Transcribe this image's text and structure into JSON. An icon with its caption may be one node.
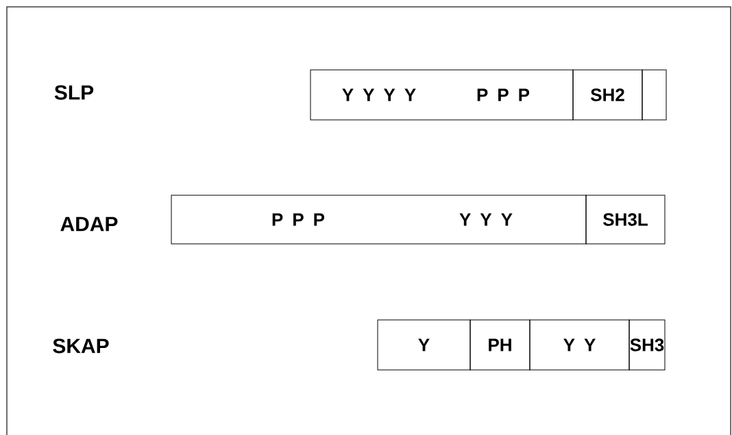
{
  "diagram": {
    "nodes": [
      {
        "text": [
          "Y Y Y Y",
          "P P P"
        ]
      },
      {
        "text": [
          "SH2"
        ]
      },
      {
        "text": [],
        "shape": "box"
      },
      {
        "text": [
          "P P P",
          "Y Y Y"
        ]
      },
      {
        "text": [
          "SH3L"
        ]
      },
      {
        "text": [
          "Y"
        ]
      },
      {
        "text": [
          "PH"
        ]
      },
      {
        "text": [
          "Y Y"
        ]
      },
      {
        "text": [
          "SH3"
        ]
      }
    ],
    "labels": [
      "SLP",
      "ADAP",
      "SKAP"
    ]
  }
}
